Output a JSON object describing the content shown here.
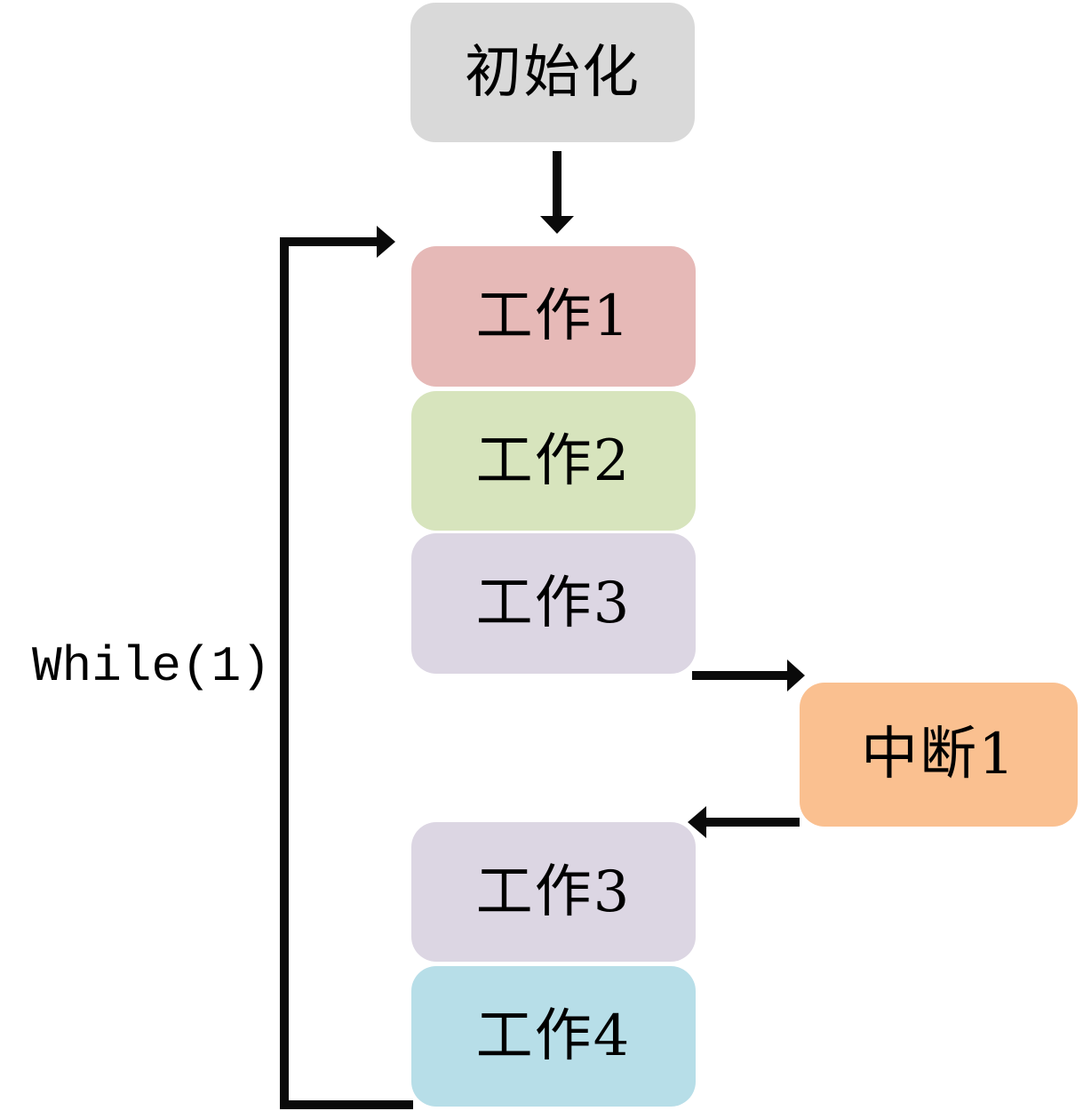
{
  "diagram": {
    "title_none": "",
    "while_label": "While(1)",
    "arrow_color": "#0a0a0a",
    "nodes": {
      "init": {
        "label": "初始化",
        "color": "#d9d9d9"
      },
      "work1": {
        "label": "工作1",
        "color": "#e6b9b7"
      },
      "work2": {
        "label": "工作2",
        "color": "#d7e4bd"
      },
      "work3": {
        "label": "工作3",
        "color": "#dcd6e3"
      },
      "interrupt1": {
        "label": "中断1",
        "color": "#fac090"
      },
      "work3_repeat": {
        "label": "工作3",
        "color": "#dcd6e3"
      },
      "work4": {
        "label": "工作4",
        "color": "#b7dee8"
      }
    },
    "edges": [
      {
        "from": "init",
        "to": "work1"
      },
      {
        "from": "work3",
        "to": "interrupt1"
      },
      {
        "from": "interrupt1",
        "to": "work3_repeat"
      },
      {
        "from": "work4",
        "to": "work1",
        "label": "While(1)"
      }
    ]
  }
}
